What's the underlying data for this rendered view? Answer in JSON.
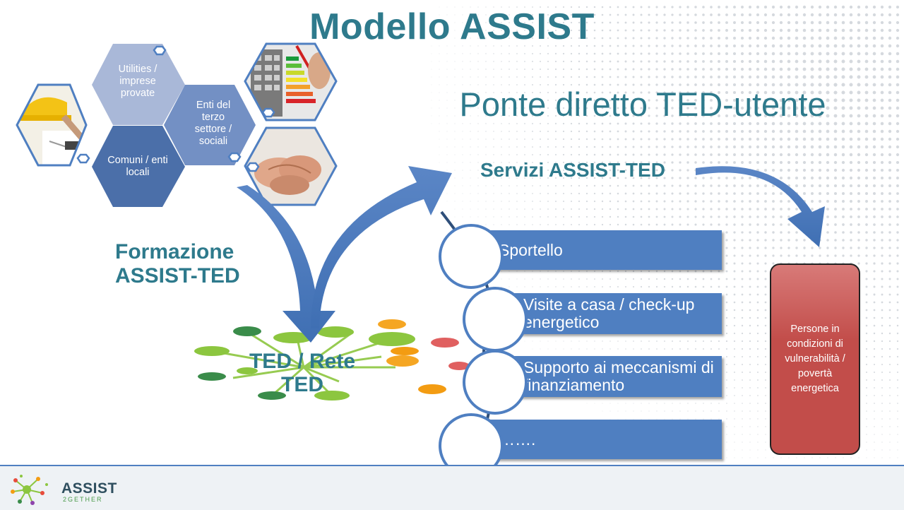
{
  "title": "Modello ASSIST",
  "subtitle": "Ponte diretto TED-utente",
  "servizi_label": "Servizi ASSIST-TED",
  "formazione_label": [
    "Formazione",
    "ASSIST-TED"
  ],
  "ted_label": [
    "TED / Rete",
    "TED"
  ],
  "hexagons": [
    {
      "label": "Utilities / imprese provate",
      "color": "#a9b8d8"
    },
    {
      "label": "Enti del terzo settore / sociali",
      "color": "#7390c4"
    },
    {
      "label": "Comuni / enti locali",
      "color": "#4b6fa9"
    }
  ],
  "photos": [
    "construction-workers-photo",
    "energy-label-calculator-photo",
    "joined-hands-photo"
  ],
  "services": [
    "Sportello",
    "Visite a casa / check-up energetico",
    "Supporto ai meccanismi di finanziamento",
    "……."
  ],
  "target_box": "Persone in condizioni di vulnerabilità / povertà energetica",
  "logo": {
    "name": "ASSIST",
    "tagline": "2GETHER"
  },
  "colors": {
    "accent": "#4f7fc1",
    "title": "#2e7a8c",
    "target": "#c24d4a"
  }
}
